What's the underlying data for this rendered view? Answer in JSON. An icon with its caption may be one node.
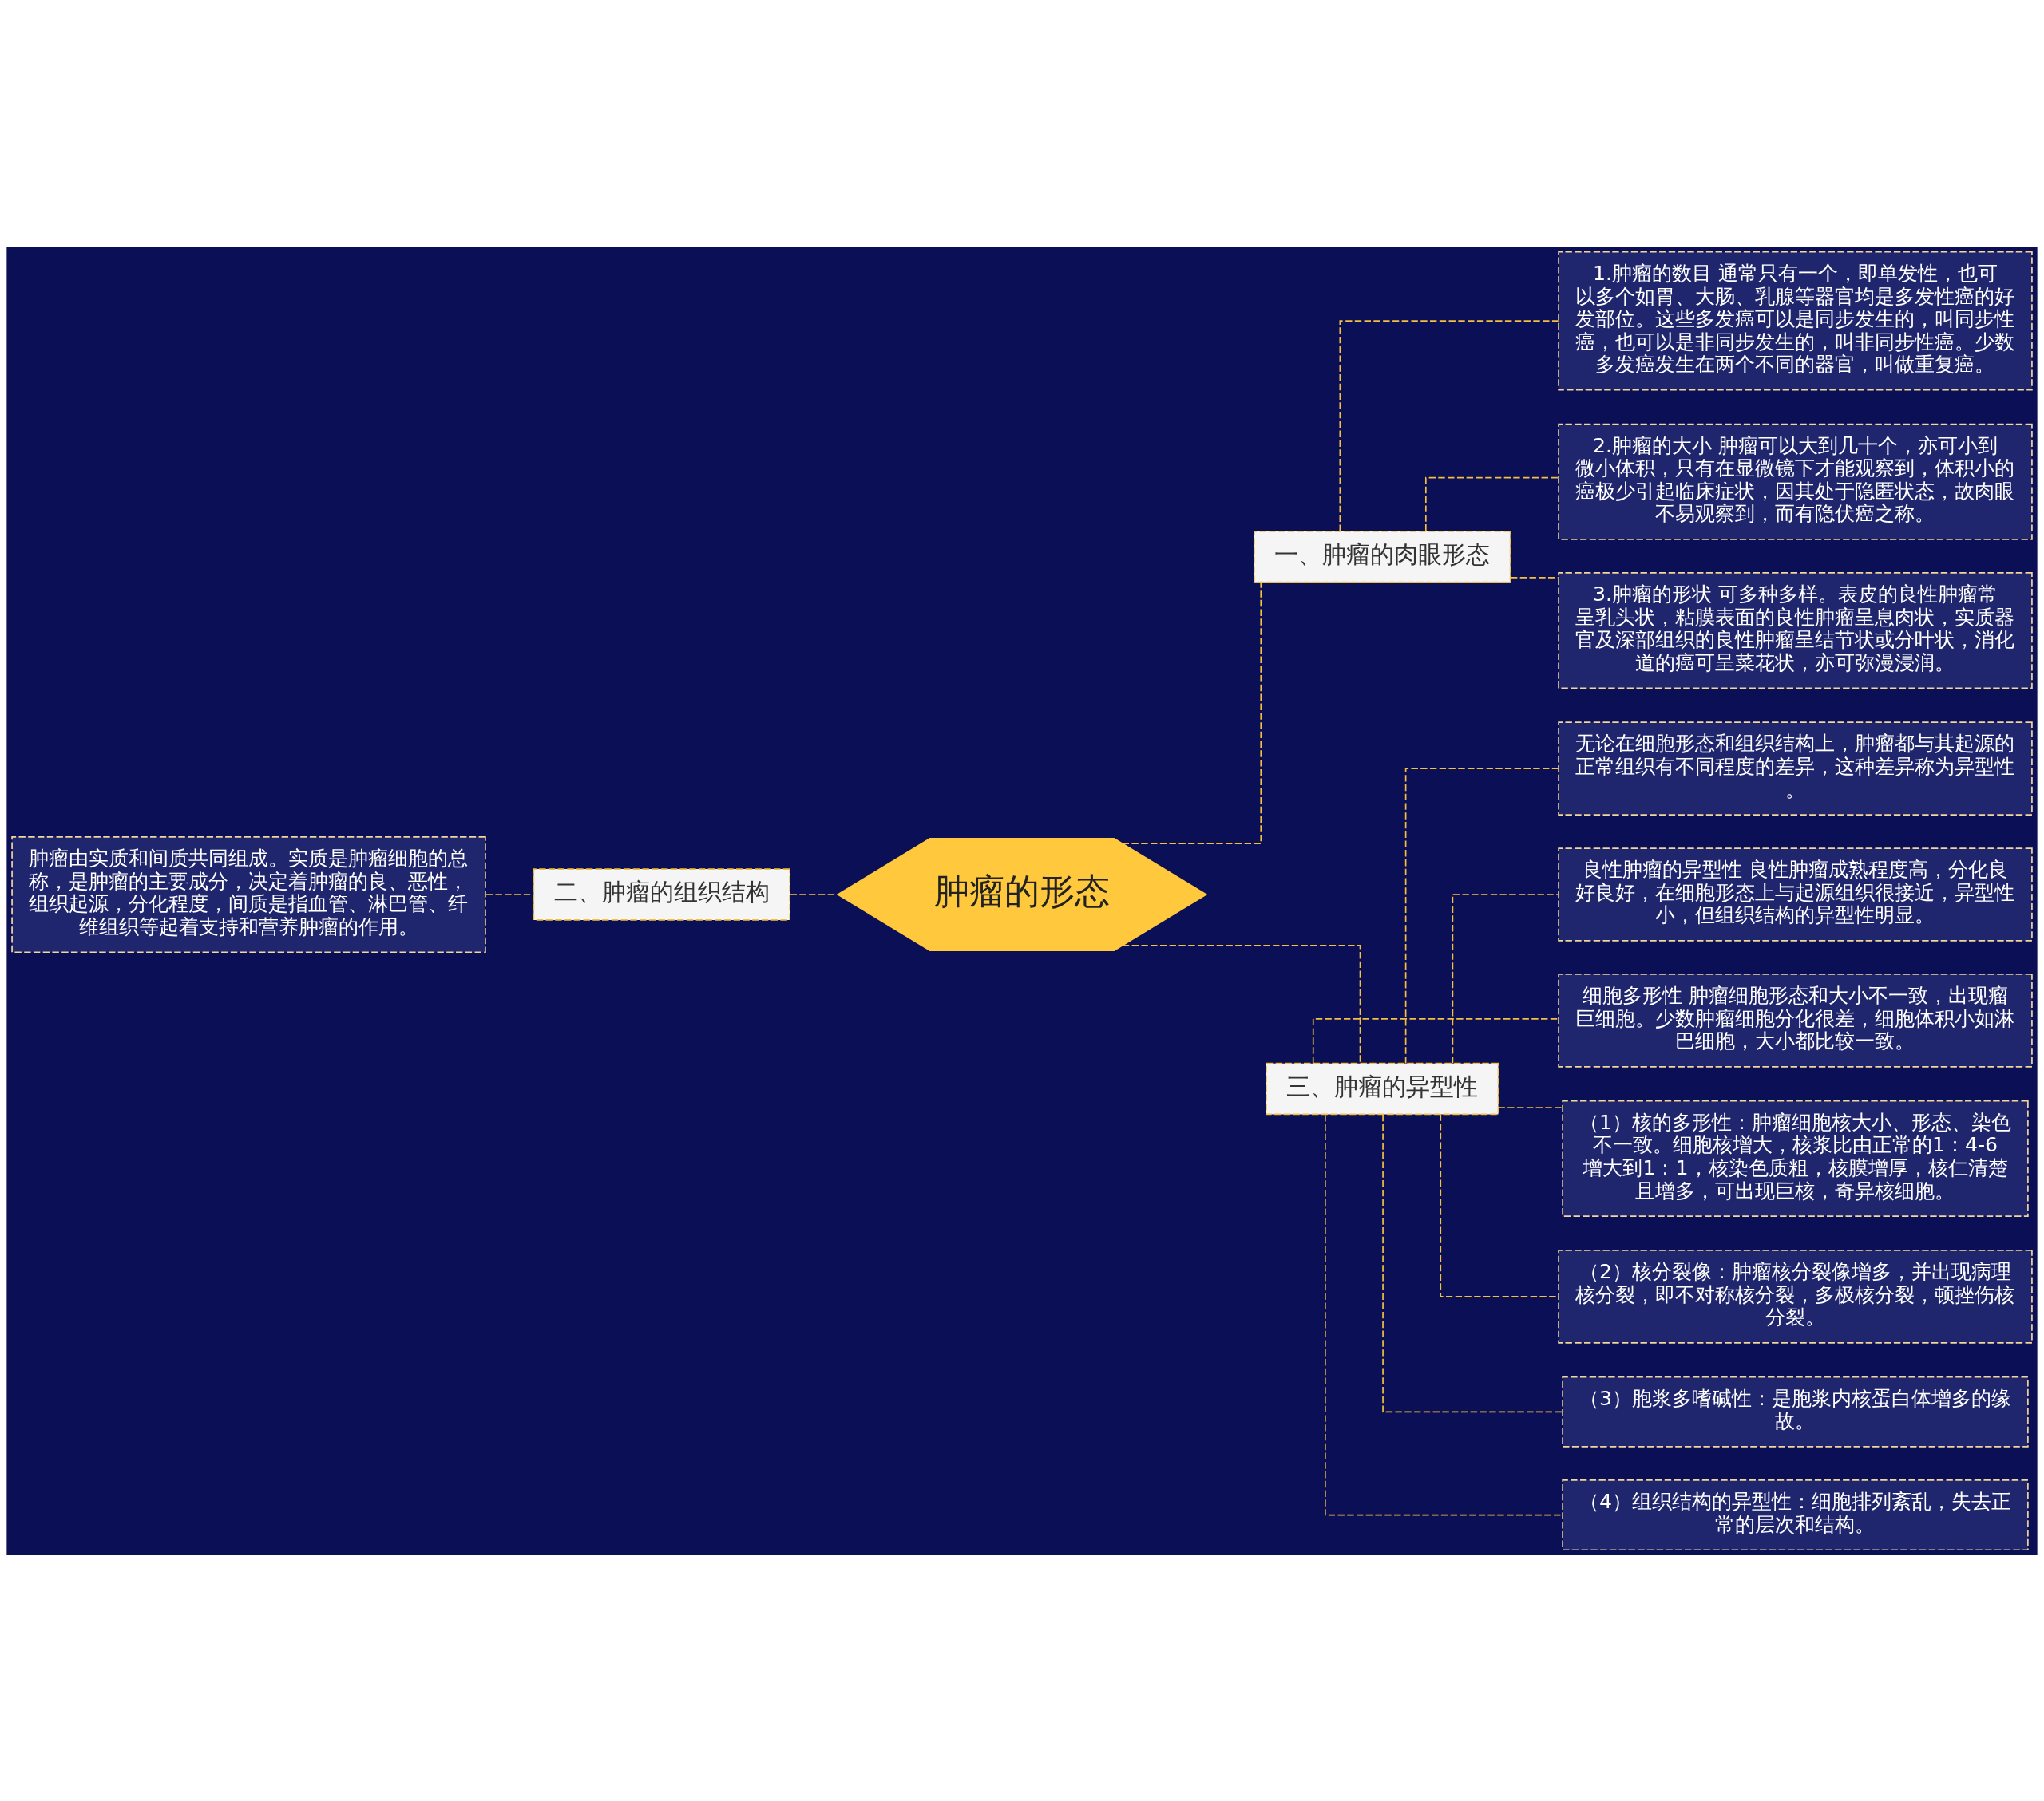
{
  "diagram": {
    "nodes": [
      {
        "text": [
          "肿瘤的形态"
        ]
      },
      {
        "text": [
          "一、肿瘤的肉眼形态"
        ]
      },
      {
        "text": [
          "1.肿瘤的数目 通常只有一个，即单发性，也可以多个如胃、大肠、乳腺等器官均是多发性癌的好发部位。这些多发癌可以是同步发生的，叫同步性癌，也可以是非同步发生的，叫非同步性癌。少数多发癌发生在两个不同的器官，叫做重复癌。"
        ]
      },
      {
        "text": [
          "2.肿瘤的大小 肿瘤可以大到几十个，亦可小到微小体积，只有在显微镜下才能观察到，体积小的癌极少引起临床症状，因其处于隐匿状态，故肉眼不易观察到，而有隐伏癌之称。"
        ]
      },
      {
        "text": [
          "3.肿瘤的形状 可多种多样。表皮的良性肿瘤常呈乳头状，粘膜表面的良性肿瘤呈息肉状，实质器官及深部组织的良性肿瘤呈结节状或分叶状，消化道的癌可呈菜花状，亦可弥漫浸润。"
        ]
      },
      {
        "text": [
          "二、肿瘤的组织结构"
        ]
      },
      {
        "text": [
          "肿瘤由实质和间质共同组成。实质是肿瘤细胞的总称，是肿瘤的主要成分，决定着肿瘤的良、恶性，组织起源，分化程度，间质是指血管、淋巴管、纤维组织等起着支持和营养肿瘤的作用。"
        ]
      },
      {
        "text": [
          "三、肿瘤的异型性"
        ]
      },
      {
        "text": [
          "无论在细胞形态和组织结构上，肿瘤都与其起源的正常组织有不同程度的差异，这种差异称为异型性。"
        ]
      },
      {
        "text": [
          "良性肿瘤的异型性 良性肿瘤成熟程度高，分化良好良好，在细胞形态上与起源组织很接近，异型性小，但组织结构的异型性明显。"
        ]
      },
      {
        "text": [
          "细胞多形性 肿瘤细胞形态和大小不一致，出现瘤巨细胞。少数肿瘤细胞分化很差，细胞体积小如淋巴细胞，大小都比较一致。"
        ]
      },
      {
        "text": [
          "（1）核的多形性：肿瘤细胞核大小、形态、染色不一致。细胞核增大，核浆比由正常的1：4-6增大到1：1，核染色质粗，核膜增厚，核仁清楚且增多，可出现巨核，奇异核细胞。"
        ]
      },
      {
        "text": [
          "（2）核分裂像：肿瘤核分裂像增多，并出现病理核分裂，即不对称核分裂，多极核分裂，顿挫伤核分裂。"
        ]
      },
      {
        "text": [
          "（3）胞浆多嗜碱性：是胞浆内核蛋白体增多的缘故。"
        ]
      },
      {
        "text": [
          "（4）组织结构的异型性：细胞排列紊乱，失去正常的层次和结构。"
        ]
      }
    ],
    "edges": [
      {
        "from": 0,
        "to": 1,
        "arrow": "none",
        "style": "dashed"
      },
      {
        "from": 1,
        "to": 2,
        "arrow": "none",
        "style": "dashed"
      },
      {
        "from": 1,
        "to": 3,
        "arrow": "none",
        "style": "dashed"
      },
      {
        "from": 1,
        "to": 4,
        "arrow": "none",
        "style": "dashed"
      },
      {
        "from": 0,
        "to": 5,
        "arrow": "none",
        "style": "dashed"
      },
      {
        "from": 5,
        "to": 6,
        "arrow": "none",
        "style": "dashed"
      },
      {
        "from": 0,
        "to": 7,
        "arrow": "none",
        "style": "dashed"
      },
      {
        "from": 7,
        "to": 8,
        "arrow": "none",
        "style": "dashed"
      },
      {
        "from": 7,
        "to": 9,
        "arrow": "none",
        "style": "dashed"
      },
      {
        "from": 7,
        "to": 10,
        "arrow": "none",
        "style": "dashed"
      },
      {
        "from": 7,
        "to": 11,
        "arrow": "none",
        "style": "dashed"
      },
      {
        "from": 7,
        "to": 12,
        "arrow": "none",
        "style": "dashed"
      },
      {
        "from": 7,
        "to": 13,
        "arrow": "none",
        "style": "dashed"
      },
      {
        "from": 7,
        "to": 14,
        "arrow": "none",
        "style": "dashed"
      }
    ]
  }
}
